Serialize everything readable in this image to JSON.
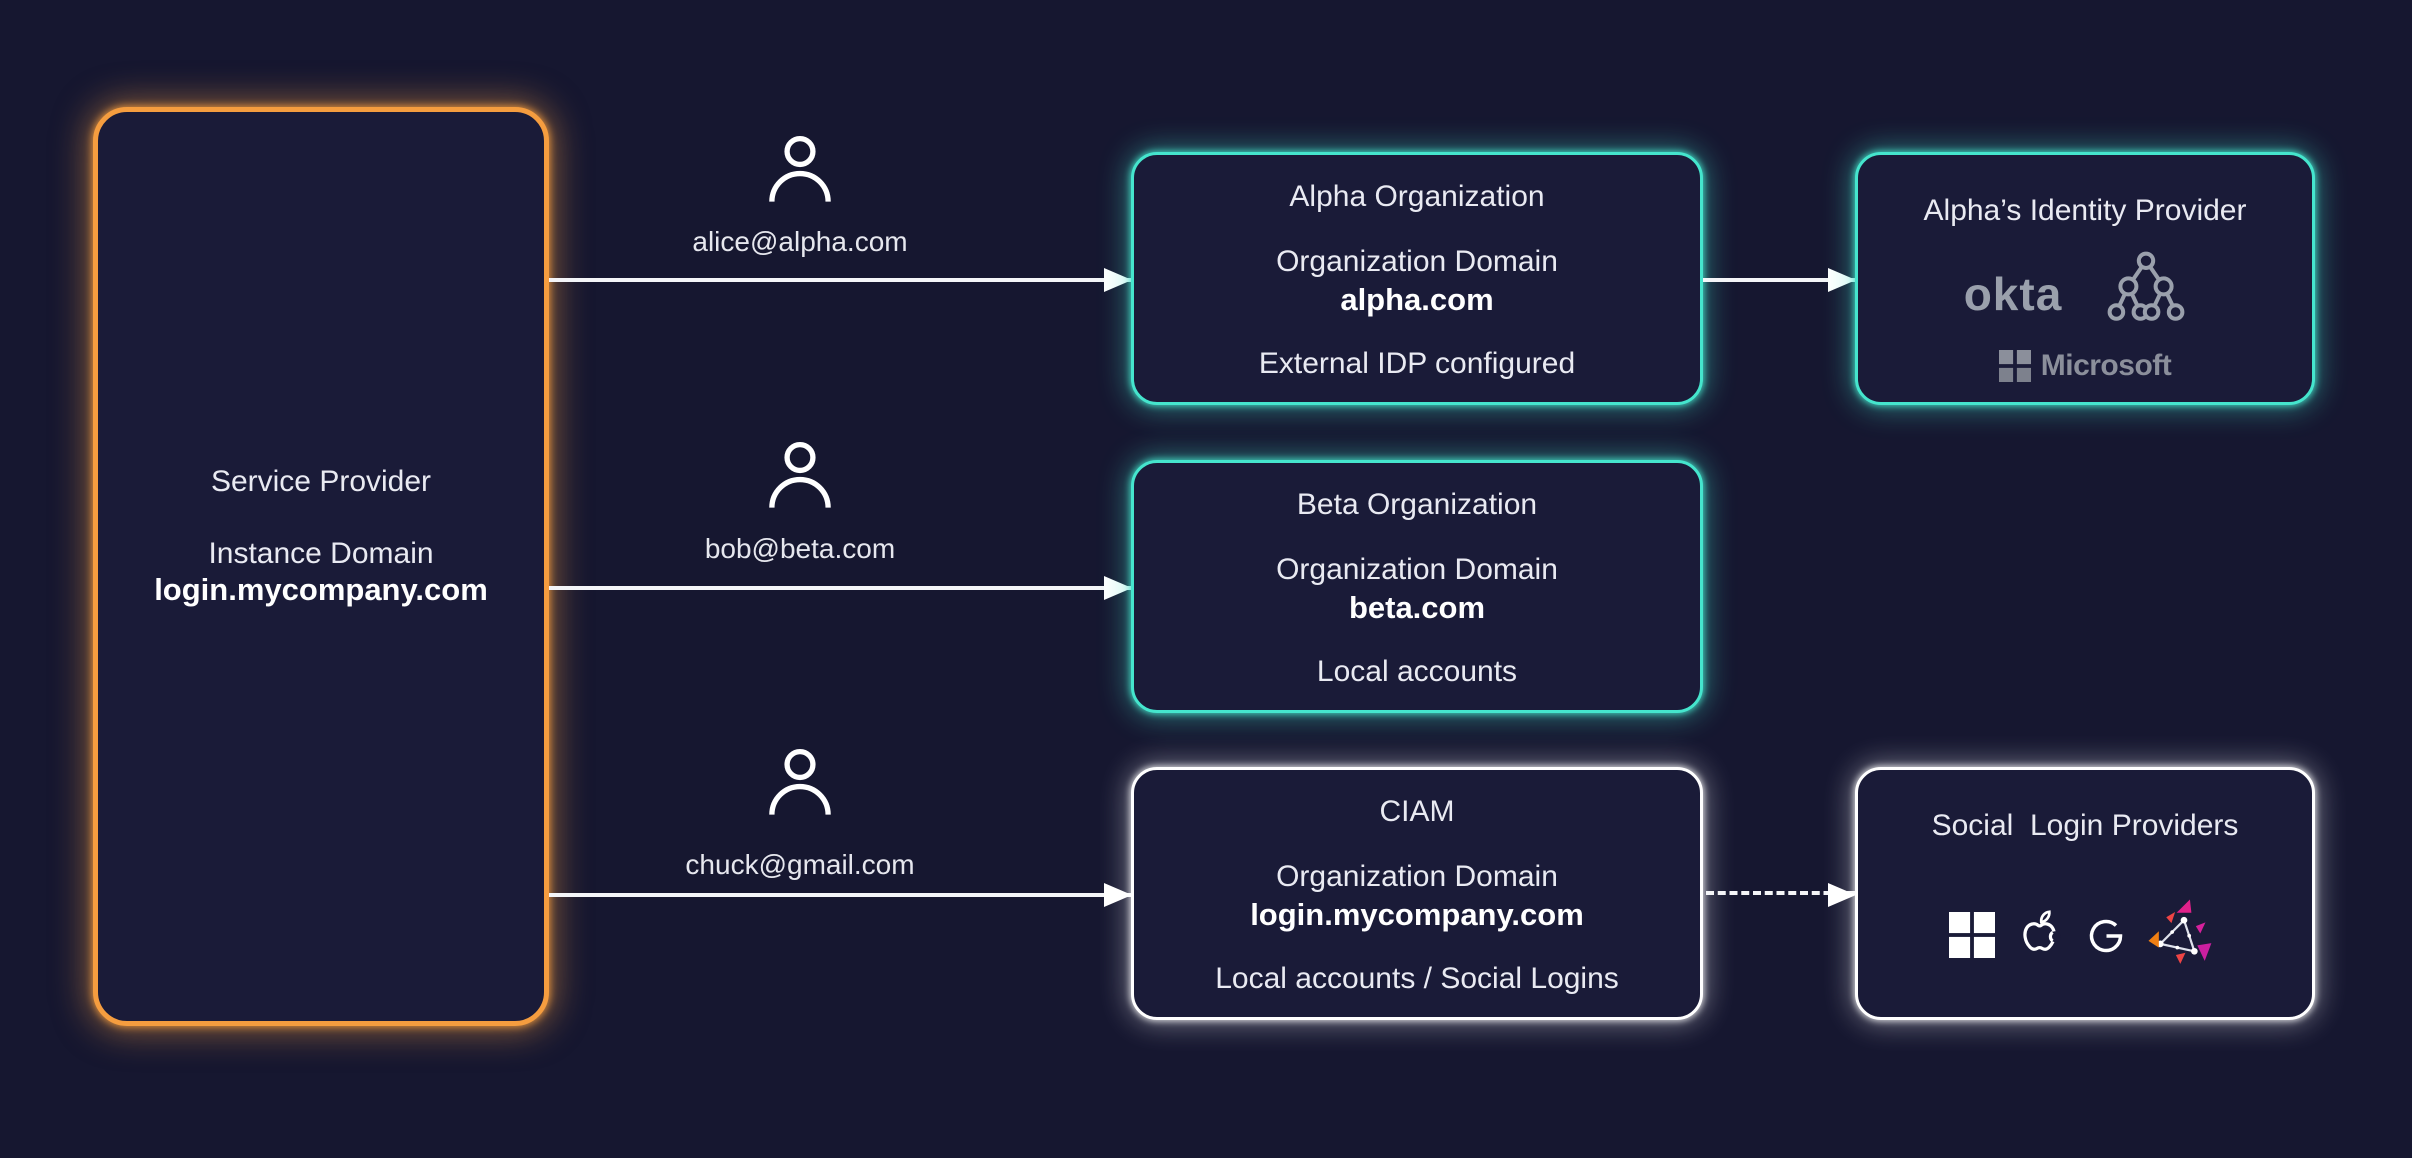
{
  "colors": {
    "background": "#161730",
    "box_fill": "#1a1b38",
    "accent_orange": "#f59d3f",
    "accent_teal": "#45e5cd",
    "accent_white": "#ffffff",
    "text": "#e9eaf2",
    "logo_gray": "#9aa0ac"
  },
  "service_provider": {
    "title": "Service Provider",
    "domain_label": "Instance Domain",
    "domain": "login.mycompany.com"
  },
  "users": [
    {
      "email": "alice@alpha.com"
    },
    {
      "email": "bob@beta.com"
    },
    {
      "email": "chuck@gmail.com"
    }
  ],
  "organizations": [
    {
      "title": "Alpha Organization",
      "domain_label": "Organization Domain",
      "domain": "alpha.com",
      "note": "External IDP configured"
    },
    {
      "title": "Beta Organization",
      "domain_label": "Organization Domain",
      "domain": "beta.com",
      "note": "Local accounts"
    },
    {
      "title": "CIAM",
      "domain_label": "Organization Domain",
      "domain": "login.mycompany.com",
      "note": "Local accounts / Social Logins"
    }
  ],
  "identity_provider": {
    "title": "Alpha’s Identity Provider",
    "okta_label": "okta",
    "microsoft_label": "Microsoft"
  },
  "social_login": {
    "title": "Social  Login Providers",
    "icons": [
      "microsoft-icon",
      "apple-icon",
      "google-icon",
      "zitadel-icon"
    ]
  }
}
